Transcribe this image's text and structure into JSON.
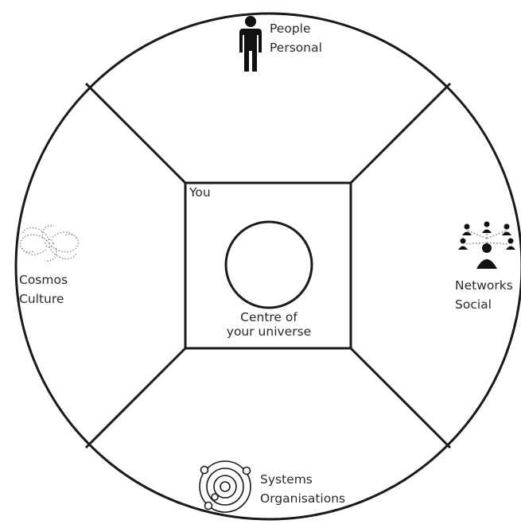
{
  "center": {
    "corner_label": "You",
    "line1": "Centre of",
    "line2": "your universe"
  },
  "top": {
    "line1": "People",
    "line2": "Personal",
    "icon": "person-icon"
  },
  "right": {
    "line1": "Networks",
    "line2": "Social",
    "icon": "network-icon"
  },
  "bottom": {
    "line1": "Systems",
    "line2": "Organisations",
    "icon": "orbit-icon"
  },
  "left": {
    "line1": "Cosmos",
    "line2": "Culture",
    "icon": "galaxy-icon"
  },
  "colors": {
    "stroke": "#1a1a1a",
    "text": "#2a2a2a",
    "icon_light": "#888888"
  }
}
